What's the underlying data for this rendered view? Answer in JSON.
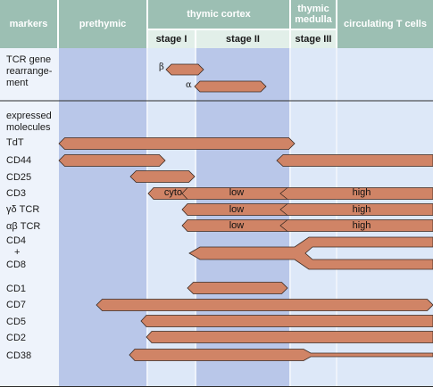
{
  "header": {
    "markers": "markers",
    "prethymic": "prethymic",
    "cortex": "thymic cortex",
    "medulla": "thymic medulla",
    "circulating": "circulating T cells",
    "stage1": "stage I",
    "stage2": "stage II",
    "stage3": "stage III"
  },
  "tcr_section": {
    "label": "TCR gene rearrange-ment",
    "beta": "β",
    "alpha": "α"
  },
  "expressed": {
    "label": "expressed molecules",
    "rows": {
      "tdt": "TdT",
      "cd44": "CD44",
      "cd25": "CD25",
      "cd3": "CD3",
      "gd": "γδ TCR",
      "ab": "αβ TCR",
      "cd4": "CD4",
      "plus": "+",
      "cd8": "CD8",
      "cd1": "CD1",
      "cd7": "CD7",
      "cd5": "CD5",
      "cd2": "CD2",
      "cd38": "CD38"
    }
  },
  "bar_text": {
    "cyto": "cyto",
    "low": "low",
    "high": "high"
  },
  "colors": {
    "header": "#9cbfb3",
    "subheader": "#e2efe9",
    "band_dark": "#b9c7e9",
    "band_light": "#dde8f8",
    "bar_fill": "#d08466",
    "bar_stroke": "#3a2a22"
  }
}
